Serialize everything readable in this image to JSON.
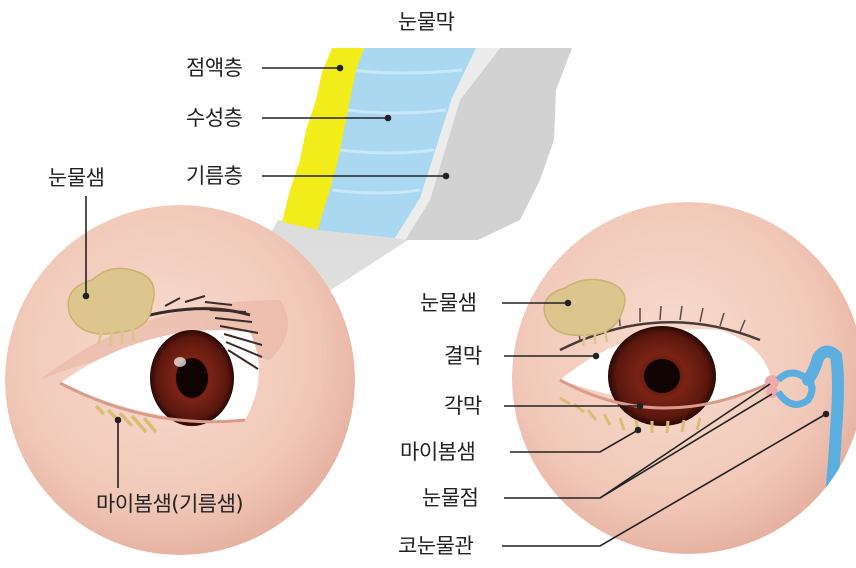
{
  "labels": {
    "tear_film": "눈물막",
    "mucin_layer": "점액층",
    "aqueous_layer": "수성층",
    "lipid_layer": "기름층",
    "lacrimal_gland_left": "눈물샘",
    "meibomian_gland_left": "마이봄샘(기름샘)",
    "lacrimal_gland_right": "눈물샘",
    "conjunctiva": "결막",
    "cornea": "각막",
    "meibomian_gland_right": "마이봄샘",
    "lacrimal_punctum": "눈물점",
    "nasolacrimal_duct": "코눈물관"
  },
  "colors": {
    "skin": "#f3cdbf",
    "skin_edge": "#e3ada0",
    "iris": "#6b1c12",
    "gland": "#d9c48a",
    "mucin": "#f2ec1a",
    "aqueous": "#a9d8f0",
    "lipid": "#d2d2d2",
    "duct": "#5aaee0",
    "leader_line": "#222222"
  },
  "icons": [
    "left-eye-illustration",
    "right-eye-illustration",
    "tear-film-layers-illustration"
  ]
}
